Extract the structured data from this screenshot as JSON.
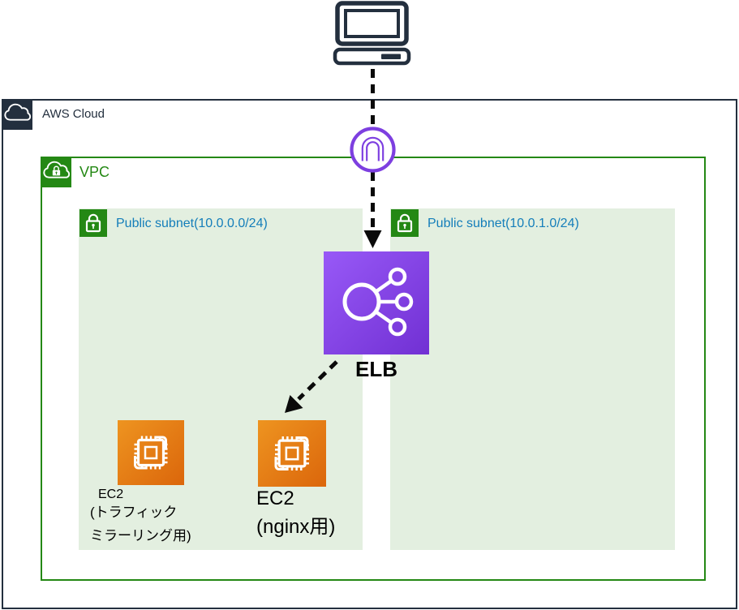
{
  "nodes": {
    "client": {
      "name": "client-computer"
    },
    "aws_cloud": {
      "label": "AWS Cloud"
    },
    "vpc": {
      "label": "VPC"
    },
    "internet_gateway": {
      "name": "internet-gateway"
    },
    "subnet_left": {
      "label": "Public subnet(10.0.0.0/24)"
    },
    "subnet_right": {
      "label": "Public subnet(10.0.1.0/24)"
    },
    "elb": {
      "label": "ELB"
    },
    "ec2_mirror": {
      "label_lines": [
        "EC2",
        "(トラフィック",
        "ミラーリング用)"
      ]
    },
    "ec2_nginx": {
      "label_lines": [
        "EC2",
        "(nginx用)"
      ]
    }
  },
  "edges": [
    {
      "from": "client-computer",
      "to": "internet-gateway",
      "style": "dashed"
    },
    {
      "from": "internet-gateway",
      "to": "elb",
      "style": "dashed-arrow"
    },
    {
      "from": "elb",
      "to": "ec2-nginx",
      "style": "dashed-arrow"
    }
  ],
  "colors": {
    "aws_navy": "#232F3E",
    "vpc_green": "#248814",
    "subnet_fill": "#E3EFE0",
    "subnet_label_blue": "#147EBA",
    "gateway_purple": "#7D3FE0",
    "elb_gradient_start": "#9859F7",
    "elb_gradient_end": "#7130D3",
    "ec2_gradient_start": "#EE9420",
    "ec2_gradient_end": "#DB660B",
    "arrow_black": "#0A0A0A"
  }
}
